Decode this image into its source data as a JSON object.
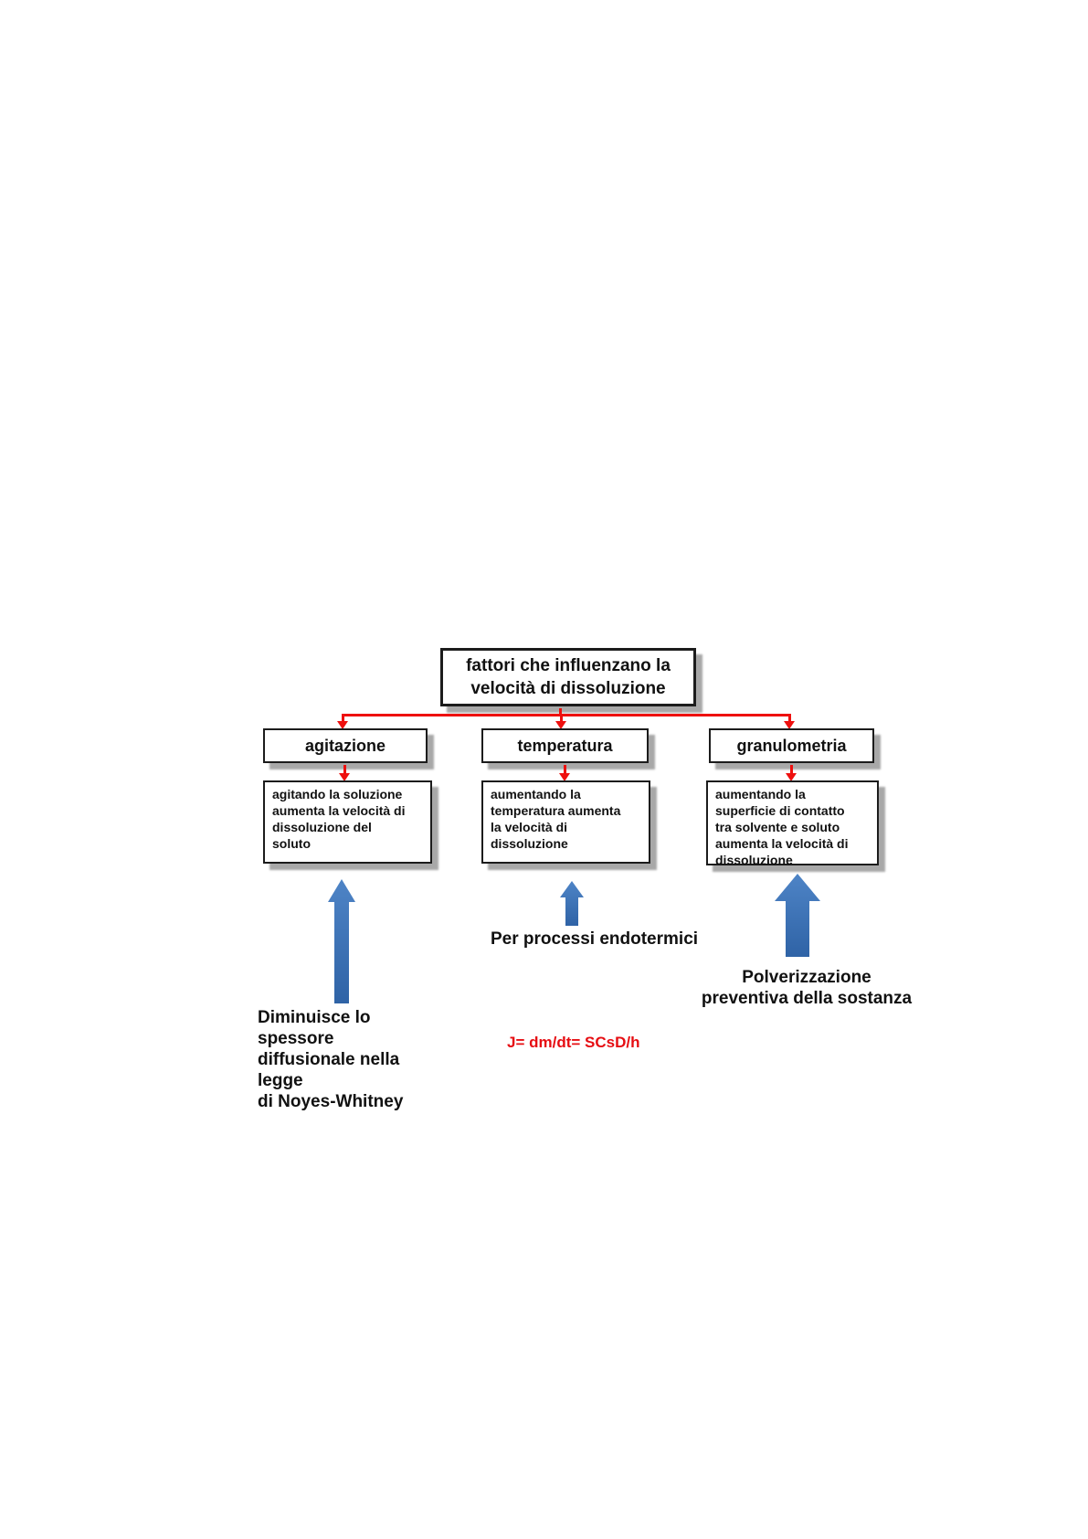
{
  "diagram": {
    "root": {
      "lines": [
        "fattori che influenzano la",
        "velocità di dissoluzione"
      ]
    },
    "columns": [
      {
        "header": "agitazione",
        "description_lines": [
          "agitando la soluzione",
          "aumenta la velocità di",
          "dissoluzione del",
          "soluto"
        ],
        "note_lines": [
          "Diminuisce lo spessore",
          "diffusionale nella legge",
          "di Noyes-Whitney"
        ]
      },
      {
        "header": "temperatura",
        "description_lines": [
          "aumentando la",
          "temperatura aumenta",
          "la velocità di",
          "dissoluzione"
        ],
        "note_lines": [
          "Per processi endotermici"
        ]
      },
      {
        "header": "granulometria",
        "description_lines": [
          "aumentando la",
          "superficie di contatto",
          "tra solvente e soluto",
          "aumenta la velocità di",
          "dissoluzione"
        ],
        "note_lines": [
          "Polverizzazione",
          "preventiva della sostanza"
        ]
      }
    ],
    "formula": "J= dm/dt= SCsD/h",
    "colors": {
      "connector_red": "#ee100f",
      "formula_red": "#e60d12",
      "arrow_blue_top": "#4e84c6",
      "arrow_blue_bottom": "#2f63a6",
      "box_border_black": "#1c1c1c",
      "box_shadow_gray": "#a8a8a8",
      "text_black": "#111111",
      "background_white": "#ffffff"
    }
  }
}
